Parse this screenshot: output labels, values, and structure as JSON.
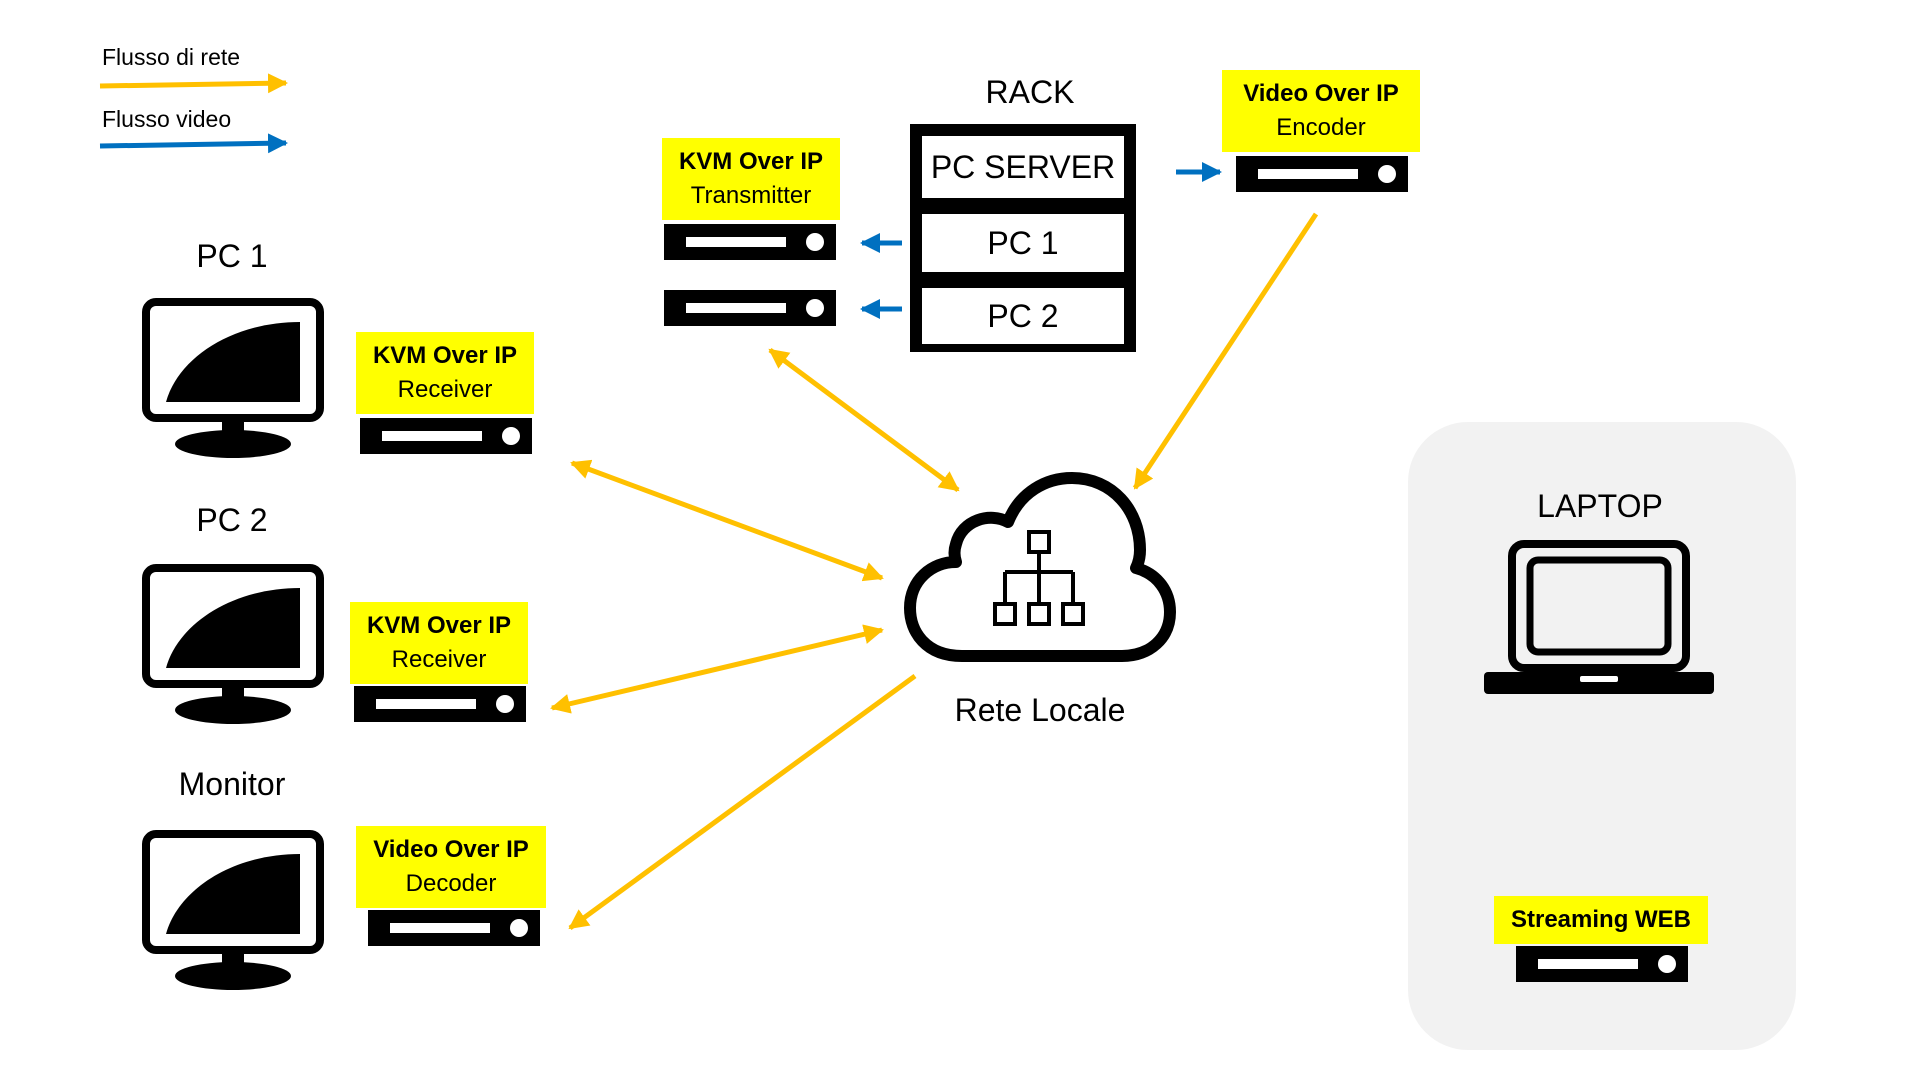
{
  "legend": {
    "network_label": "Flusso di rete",
    "video_label": "Flusso video"
  },
  "colors": {
    "network": "#FFC000",
    "video": "#0070C0",
    "highlight": "#FFFF00",
    "panel": "#F2F2F2"
  },
  "rack": {
    "title": "RACK",
    "rows": [
      "PC SERVER",
      "PC 1",
      "PC 2"
    ]
  },
  "nodes": {
    "pc1": {
      "title": "PC 1",
      "device_bold": "KVM Over IP",
      "device_sub": "Receiver"
    },
    "pc2": {
      "title": "PC 2",
      "device_bold": "KVM Over IP",
      "device_sub": "Receiver"
    },
    "monitor": {
      "title": "Monitor",
      "device_bold": "Video Over IP",
      "device_sub": "Decoder"
    },
    "transmitter": {
      "device_bold": "KVM Over IP",
      "device_sub": "Transmitter"
    },
    "encoder": {
      "device_bold": "Video Over IP",
      "device_sub": "Encoder"
    },
    "network": {
      "label": "Rete Locale"
    },
    "laptop": {
      "title": "LAPTOP",
      "device_bold": "Streaming WEB"
    }
  },
  "icons": {
    "monitor": "monitor-icon",
    "device": "network-device-icon",
    "cloud": "cloud-network-icon",
    "laptop": "laptop-icon"
  }
}
